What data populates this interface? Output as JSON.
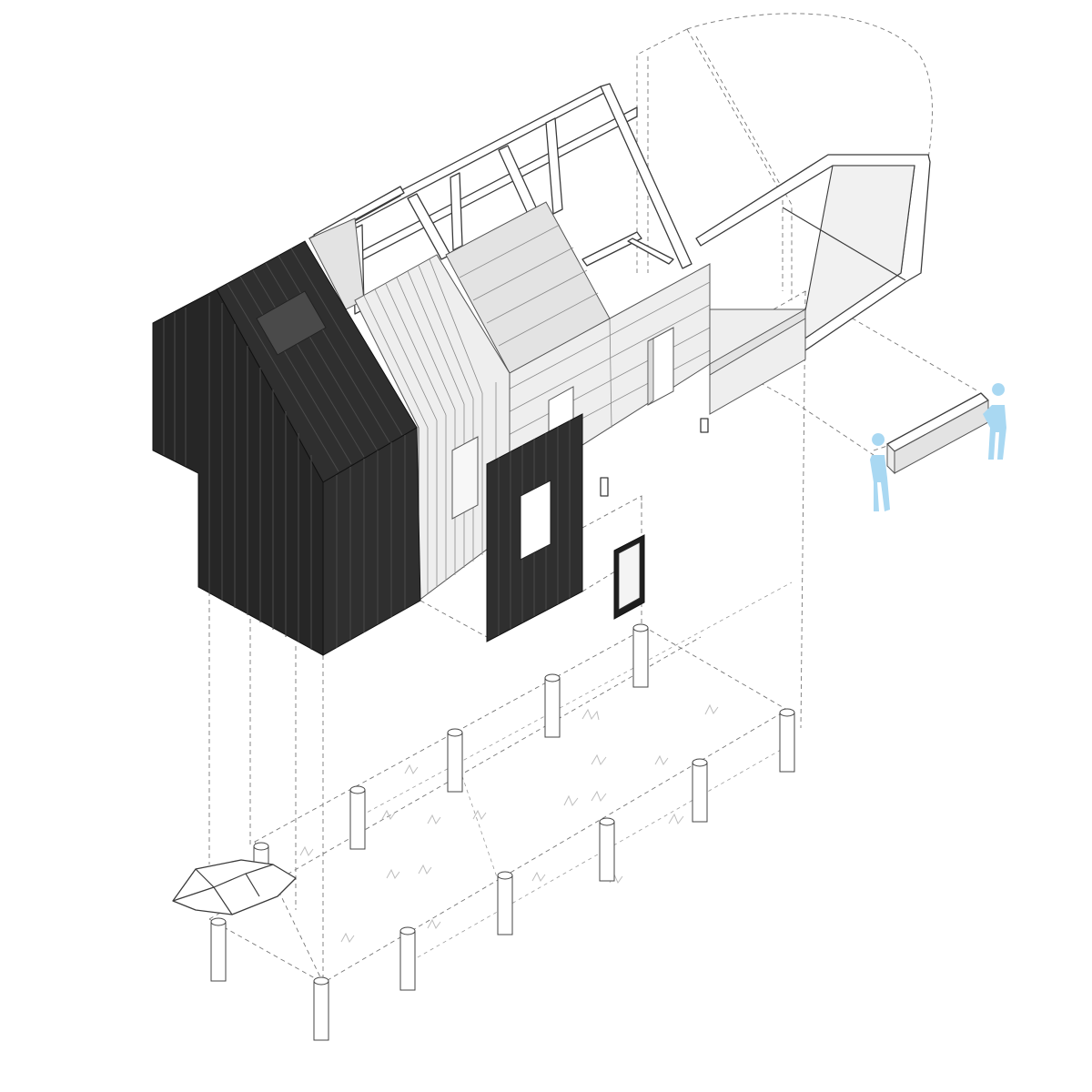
{
  "figure": {
    "kind": "exploded-axonometric-cabin",
    "colors": {
      "background": "#ffffff",
      "dark_cladding": "#2f2f2f",
      "light_cladding": "#eeeeee",
      "frame": "#ffffff",
      "linework": "#3a3a3a",
      "human_figures": "#a9d8f2"
    },
    "components": [
      "dark-timber-cladding-shell",
      "skylight",
      "vertical-battens",
      "light-wall-panels",
      "timber-roof-frame",
      "gable-frame",
      "detached-cladding-panel",
      "door-frame",
      "beam-element",
      "human-figure",
      "pile-foundations",
      "boulder",
      "ground-plants",
      "projection-lines"
    ]
  }
}
